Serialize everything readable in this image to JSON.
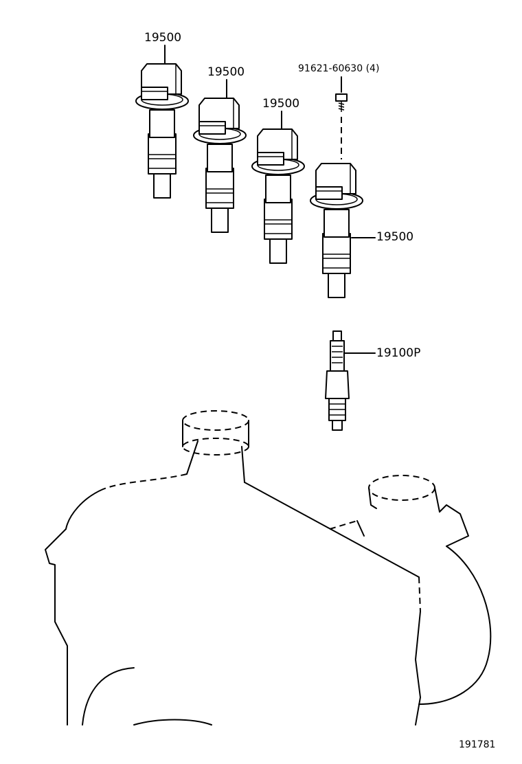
{
  "callouts": {
    "coil_1": "19500",
    "coil_2": "19500",
    "coil_3": "19500",
    "coil_4": "19500",
    "bolt": "91621-60630 (4)",
    "spark_plug": "19100P"
  },
  "figure_number": "191781"
}
